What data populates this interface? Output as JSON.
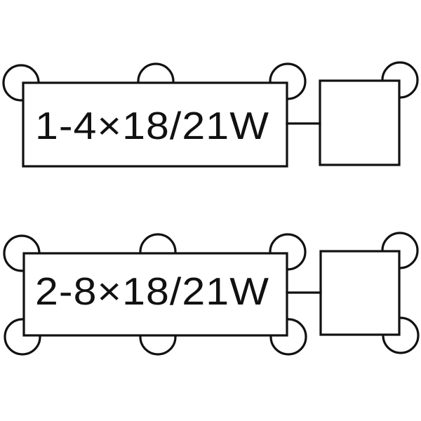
{
  "diagram": {
    "type": "flasher-relay-wiring-symbols",
    "background_color": "#ffffff",
    "line_color": "#111111",
    "units": [
      {
        "id": "unit-1",
        "label": "1-4×18/21W",
        "lamp_count_range": "1-4",
        "lamp_wattage": "18/21W",
        "main_box_lamps": [
          "top-left",
          "top-middle",
          "top-right"
        ],
        "aux_box_lamps": [
          "top-right"
        ]
      },
      {
        "id": "unit-2",
        "label": "2-8×18/21W",
        "lamp_count_range": "2-8",
        "lamp_wattage": "18/21W",
        "main_box_lamps": [
          "top-left",
          "top-middle",
          "top-right",
          "bottom-left",
          "bottom-middle",
          "bottom-right"
        ],
        "aux_box_lamps": [
          "top-right",
          "bottom-right"
        ]
      }
    ]
  }
}
